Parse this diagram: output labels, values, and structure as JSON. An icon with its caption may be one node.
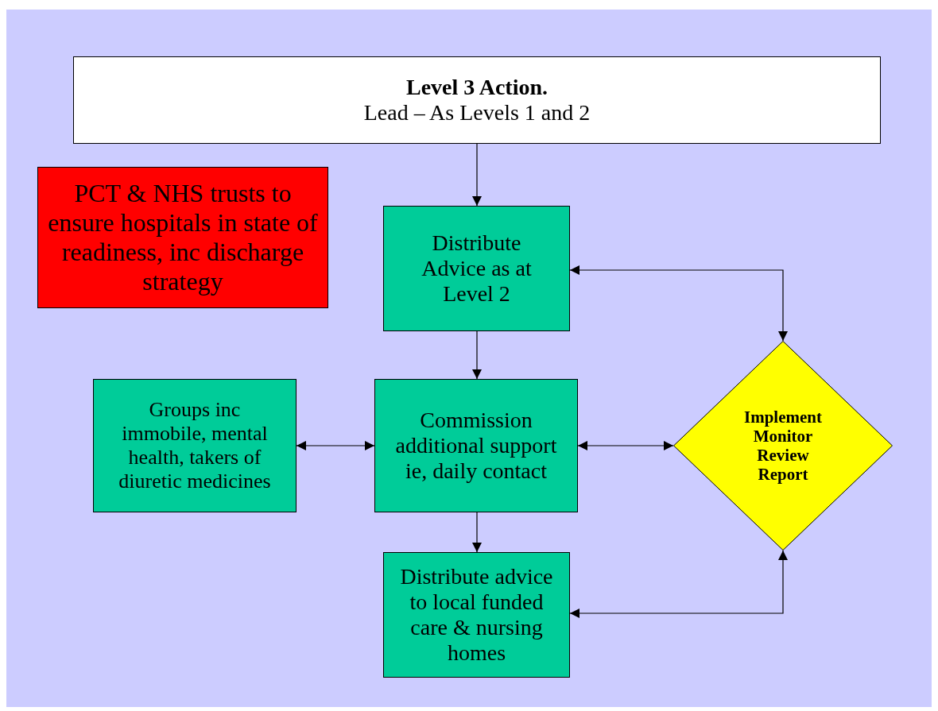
{
  "diagram": {
    "nodes": [
      {
        "text": [
          "Level 3 Action.",
          "Lead – As Levels 1 and 2"
        ]
      },
      {
        "text": [
          "PCT & NHS trusts to ensure hospitals in state of readiness, inc discharge strategy"
        ]
      },
      {
        "text": [
          "Distribute Advice as at Level 2"
        ]
      },
      {
        "text": [
          "Groups inc immobile, mental health, takers of diuretic medicines"
        ]
      },
      {
        "text": [
          "Commission additional support ie, daily contact"
        ]
      },
      {
        "text": [
          "Implement Monitor Review Report"
        ]
      },
      {
        "text": [
          "Distribute advice to local funded care & nursing homes"
        ]
      }
    ],
    "edges": [
      {
        "from": 0,
        "to": 2,
        "arrow": "to"
      },
      {
        "from": 2,
        "to": 4,
        "arrow": "to"
      },
      {
        "from": 4,
        "to": 6,
        "arrow": "to"
      },
      {
        "from": 3,
        "to": 4,
        "arrow": "both"
      },
      {
        "from": 4,
        "to": 5,
        "arrow": "both"
      },
      {
        "from": 5,
        "to": 2,
        "arrow": "both"
      },
      {
        "from": 6,
        "to": 5,
        "arrow": "both"
      }
    ]
  }
}
